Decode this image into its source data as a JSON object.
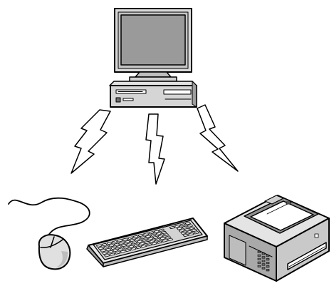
{
  "diagram": {
    "hub": "computer",
    "devices": [
      "mouse",
      "keyboard",
      "printer"
    ],
    "links": [
      {
        "from": "computer",
        "to": "mouse",
        "type": "wireless"
      },
      {
        "from": "computer",
        "to": "keyboard",
        "type": "wireless"
      },
      {
        "from": "computer",
        "to": "printer",
        "type": "wireless"
      }
    ]
  },
  "icons": [
    "desktop-computer-icon",
    "mouse-icon",
    "keyboard-icon",
    "printer-icon",
    "lightning-bolt-icon"
  ],
  "colors": {
    "background": "#ffffff",
    "outline": "#000000",
    "light_gray": "#d9d9d9",
    "mid_gray": "#a8a8a8",
    "screen": "#9a9a9a",
    "dark_gray": "#6e6e6e"
  }
}
